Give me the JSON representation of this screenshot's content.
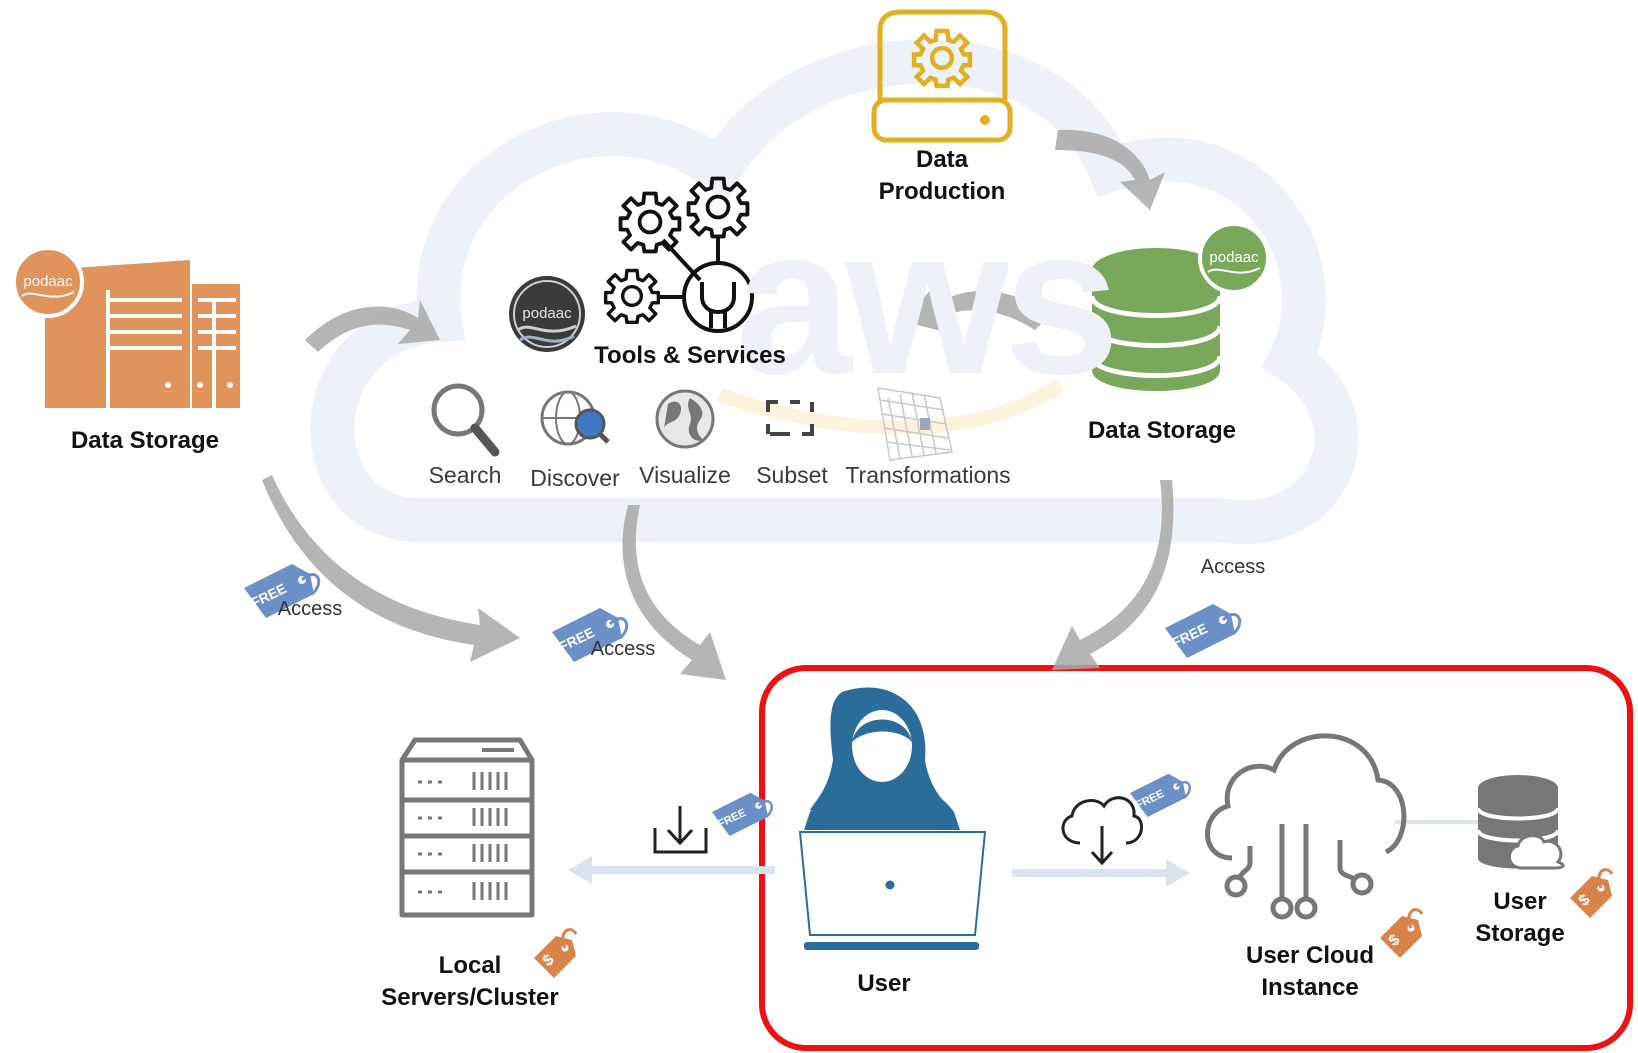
{
  "watermark": {
    "text": "aws"
  },
  "data_production": {
    "line1": "Data",
    "line2": "Production"
  },
  "tools_services": {
    "label": "Tools & Services"
  },
  "logo": {
    "text": "podaac"
  },
  "tools": [
    {
      "label": "Search",
      "icon": "magnifier-icon"
    },
    {
      "label": "Discover",
      "icon": "globe-magnifier-icon"
    },
    {
      "label": "Visualize",
      "icon": "earth-globe-icon"
    },
    {
      "label": "Subset",
      "icon": "subset-bracket-icon"
    },
    {
      "label": "Transformations",
      "icon": "grid-transform-icon"
    }
  ],
  "left_storage": {
    "label": "Data Storage"
  },
  "right_storage": {
    "label": "Data Storage"
  },
  "access_labels": {
    "left": "Access",
    "middle": "Access",
    "right": "Access"
  },
  "free_tag": {
    "text": "FREE"
  },
  "cost_tag": {
    "text": "$"
  },
  "local_servers": {
    "line1": "Local",
    "line2": "Servers/Cluster"
  },
  "user": {
    "label": "User"
  },
  "user_cloud": {
    "line1": "User Cloud",
    "line2": "Instance"
  },
  "user_storage": {
    "line1": "User",
    "line2": "Storage"
  },
  "colors": {
    "storage_orange": "#e0935a",
    "storage_green": "#7aa85a",
    "production_gold": "#e0b020",
    "user_blue": "#2b6d9a",
    "free_tag": "#6b8fc7",
    "cost_tag": "#d9824a",
    "highlight_red": "#ee1111",
    "arrow_gray": "#a8a8a8",
    "icon_gray": "#757575"
  }
}
